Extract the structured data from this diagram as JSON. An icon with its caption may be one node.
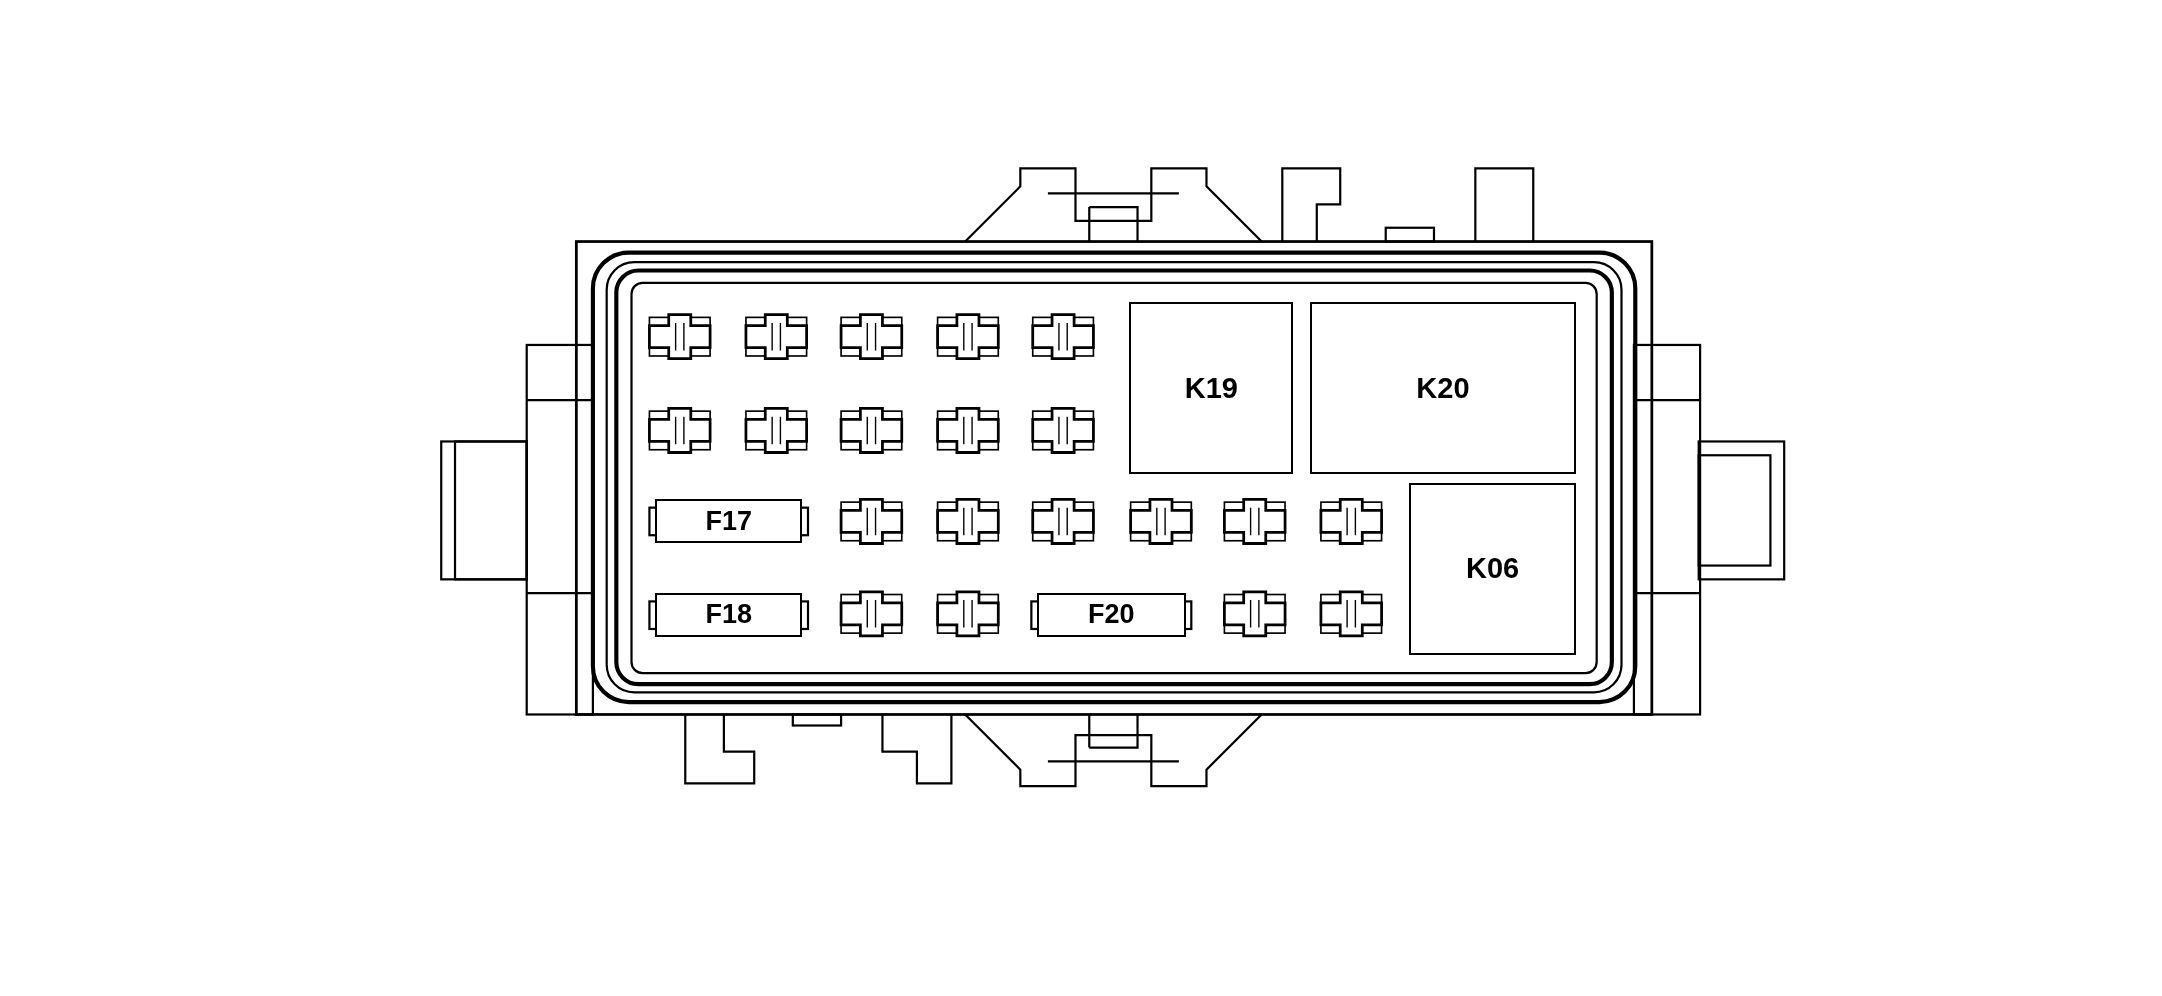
{
  "diagram": {
    "nodes": [
      {
        "text": [
          "K19"
        ]
      },
      {
        "text": [
          "K20"
        ]
      },
      {
        "text": [
          "K06"
        ]
      },
      {
        "text": [
          "F17"
        ]
      },
      {
        "text": [
          "F18"
        ]
      },
      {
        "text": [
          "F20"
        ]
      }
    ]
  }
}
